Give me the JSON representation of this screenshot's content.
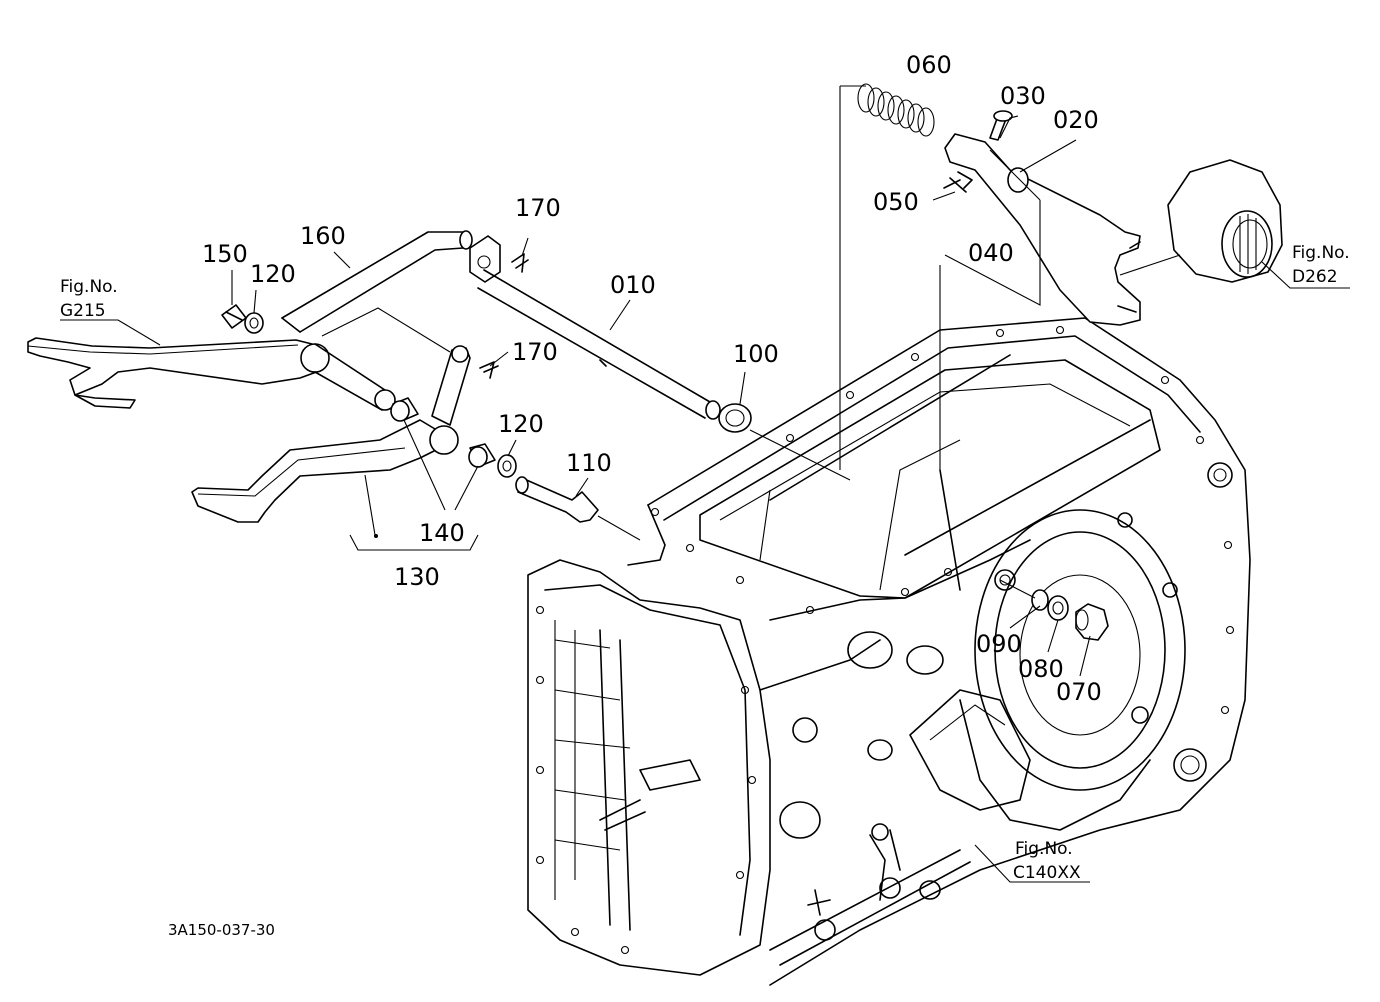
{
  "drawing_id": "3A150-037-30",
  "callouts": [
    {
      "id": "c010",
      "label": "010"
    },
    {
      "id": "c020",
      "label": "020"
    },
    {
      "id": "c030",
      "label": "030"
    },
    {
      "id": "c040",
      "label": "040"
    },
    {
      "id": "c050",
      "label": "050"
    },
    {
      "id": "c060",
      "label": "060"
    },
    {
      "id": "c070",
      "label": "070"
    },
    {
      "id": "c080",
      "label": "080"
    },
    {
      "id": "c090",
      "label": "090"
    },
    {
      "id": "c100",
      "label": "100"
    },
    {
      "id": "c110",
      "label": "110"
    },
    {
      "id": "c120a",
      "label": "120"
    },
    {
      "id": "c120b",
      "label": "120"
    },
    {
      "id": "c130",
      "label": "130"
    },
    {
      "id": "c140",
      "label": "140"
    },
    {
      "id": "c150",
      "label": "150"
    },
    {
      "id": "c160",
      "label": "160"
    },
    {
      "id": "c170a",
      "label": "170"
    },
    {
      "id": "c170b",
      "label": "170"
    }
  ],
  "figure_refs": [
    {
      "id": "g215",
      "caption": "Fig.No.",
      "code": "G215"
    },
    {
      "id": "d262",
      "caption": "Fig.No.",
      "code": "D262"
    },
    {
      "id": "c140xx",
      "caption": "Fig.No.",
      "code": "C140XX"
    }
  ]
}
